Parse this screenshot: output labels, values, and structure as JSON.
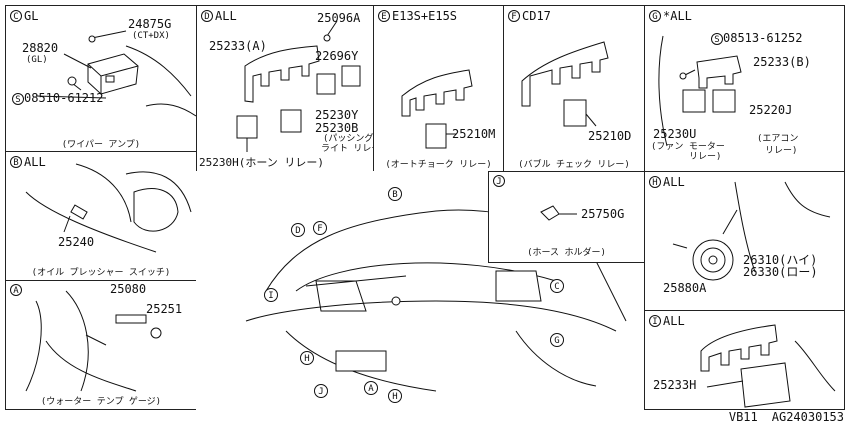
{
  "panels": {
    "c": {
      "letter": "C",
      "header": "GL",
      "parts": [
        "24875G",
        "(CT+DX)",
        "28820",
        "(GL)",
        "08510-61212"
      ],
      "caption": "(ワイパー アンプ)"
    },
    "d": {
      "letter": "D",
      "header": "ALL",
      "parts": [
        "25096A",
        "25233(A)",
        "22696Y",
        "25230Y",
        "(パッシング",
        "ライト リレー)",
        "25230B",
        "25230H(ホーン リレー)"
      ]
    },
    "e": {
      "letter": "E",
      "header": "E13S+E15S",
      "parts": [
        "25210M"
      ],
      "caption": "(オートチョーク リレー)"
    },
    "f": {
      "letter": "F",
      "header": "CD17",
      "parts": [
        "25210D"
      ],
      "caption": "(バブル チェック リレー)"
    },
    "g": {
      "letter": "G",
      "header": "*ALL",
      "parts": [
        "08513-61252",
        "25233(B)",
        "25220J",
        "25230U",
        "(ファン モーター",
        "リレー)",
        "(エアコン",
        "リレー)"
      ]
    },
    "b": {
      "letter": "B",
      "header": "ALL",
      "parts": [
        "25240"
      ],
      "caption": "(オイル プレッシャー スイッチ)"
    },
    "a": {
      "letter": "A",
      "header": "",
      "parts": [
        "25080",
        "25251"
      ],
      "caption": "(ウォーター テンプ ゲージ)"
    },
    "j": {
      "letter": "J",
      "header": "",
      "parts": [
        "25750G"
      ],
      "caption": "(ホース ホルダー)"
    },
    "h": {
      "letter": "H",
      "header": "ALL",
      "parts": [
        "26310(ハイ)",
        "26330(ロー)",
        "25880A"
      ]
    },
    "i": {
      "letter": "I",
      "header": "ALL",
      "parts": [
        "25233H"
      ]
    }
  },
  "callouts": [
    "D",
    "F",
    "B",
    "I",
    "C",
    "G",
    "H",
    "J",
    "A",
    "H"
  ],
  "footer": {
    "code": "VB11",
    "ref": "AG24030153"
  }
}
